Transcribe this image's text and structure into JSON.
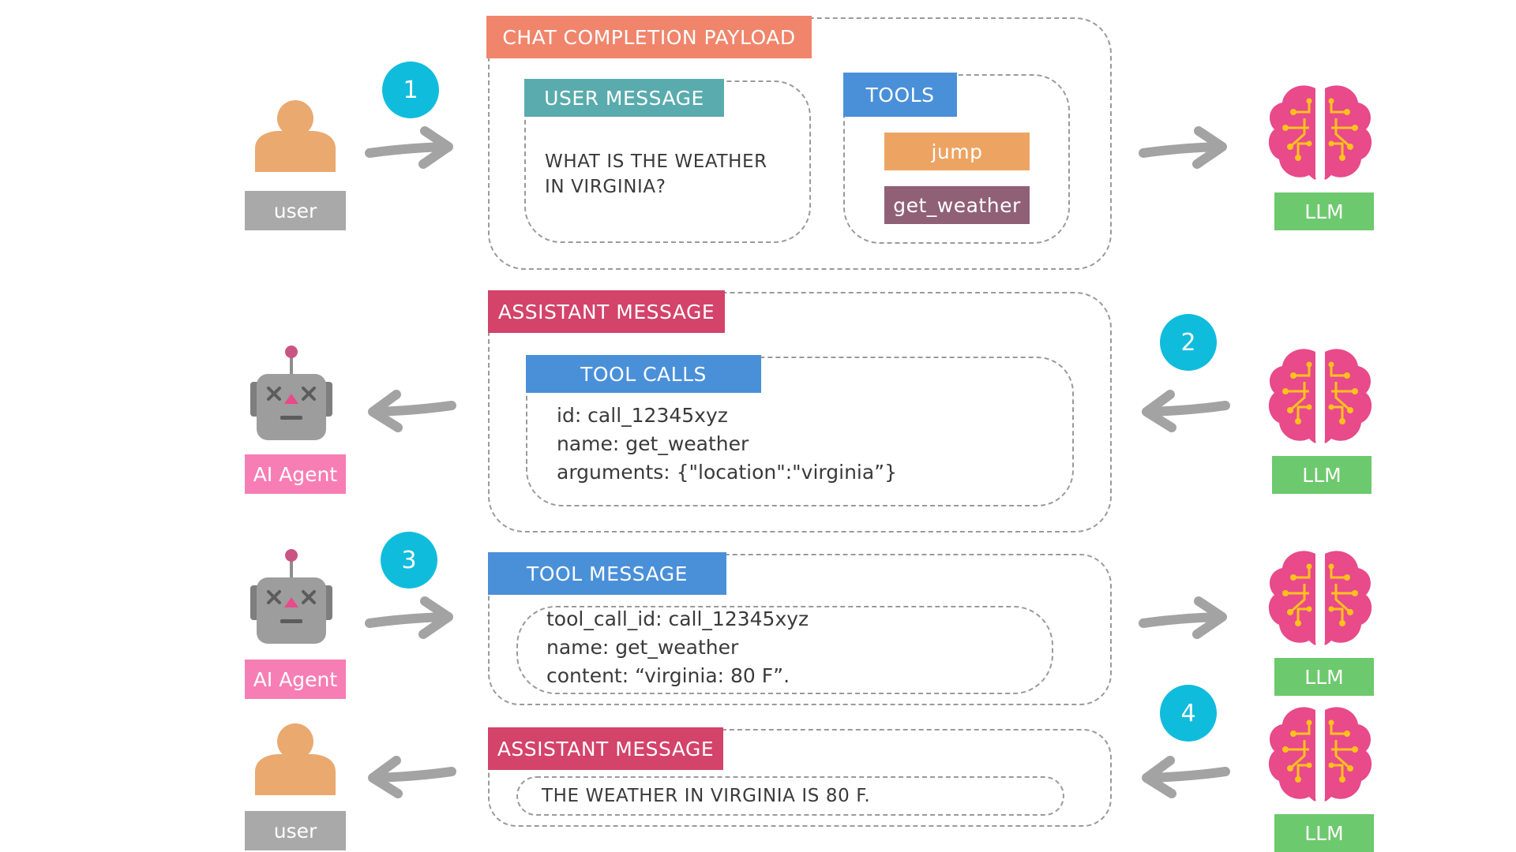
{
  "colors": {
    "badge": "#10bcdc",
    "user_figure": "#e9a96f",
    "user_label_bg": "#a9a9a9",
    "agent_label_bg": "#f77eb4",
    "llm_label_bg": "#6dc96d",
    "brain": "#e84a8a",
    "brain_circuit": "#ffc21d",
    "robot": "#9d9d9d",
    "payload_tag": "#f0856c",
    "user_message_tag": "#5aabad",
    "tools_tag": "#4a90d9",
    "jump_tool": "#eda463",
    "get_weather_tool": "#906077",
    "assistant_tag": "#d3436a",
    "tool_calls_tag": "#4a90d9",
    "tool_message_tag": "#4a90d9",
    "arrow": "#a3a3a3"
  },
  "icons": [
    "user-icon",
    "robot-icon",
    "brain-icon",
    "arrow-right-icon",
    "arrow-left-icon"
  ],
  "step1": {
    "badge": "1",
    "actor_label": "user",
    "target_label": "LLM",
    "payload_title": "CHAT COMPLETION PAYLOAD",
    "user_message_title": "USER MESSAGE",
    "user_message_lines": [
      "WHAT IS THE WEATHER",
      "IN VIRGINIA?"
    ],
    "tools_title": "TOOLS",
    "tools": [
      "jump",
      "get_weather"
    ]
  },
  "step2": {
    "badge": "2",
    "actor_label": "AI Agent",
    "source_label": "LLM",
    "title": "ASSISTANT MESSAGE",
    "tool_calls_title": "TOOL CALLS",
    "lines": [
      "id: call_12345xyz",
      "name: get_weather",
      "arguments: {\"location\":\"virginia”}"
    ]
  },
  "step3": {
    "badge": "3",
    "actor_label": "AI Agent",
    "target_label": "LLM",
    "title": "TOOL MESSAGE",
    "lines": [
      "tool_call_id: call_12345xyz",
      "name: get_weather",
      "content: “virginia: 80 F”."
    ]
  },
  "step4": {
    "badge": "4",
    "actor_label": "user",
    "source_label": "LLM",
    "title": "ASSISTANT MESSAGE",
    "line": "THE WEATHER IN VIRGINIA IS 80 F."
  }
}
